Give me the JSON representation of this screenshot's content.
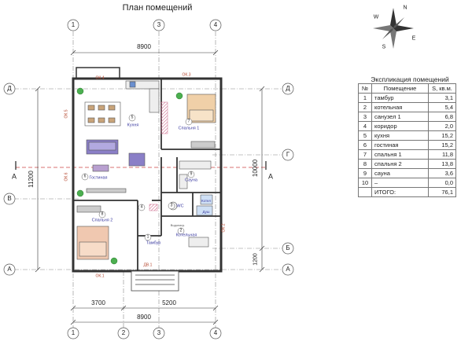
{
  "title": "План помещений",
  "axes": {
    "top": [
      "1",
      "3",
      "4"
    ],
    "bottom": [
      "1",
      "2",
      "3",
      "4"
    ],
    "left": [
      "Д",
      "В",
      "А"
    ],
    "right": [
      "Д",
      "Г",
      "Б",
      "А"
    ]
  },
  "dimensions": {
    "overall_width_top": "8900",
    "overall_width_bottom": "8900",
    "bottom_left": "3700",
    "bottom_right": "5200",
    "left_height": "11200",
    "right_height": "10000",
    "right_small": "1200"
  },
  "section_mark": "А",
  "compass": {
    "n": "N",
    "s": "S",
    "w": "W",
    "e": "E"
  },
  "rooms": [
    {
      "num": "1",
      "name": "Тамбур"
    },
    {
      "num": "2",
      "name": "Котельная"
    },
    {
      "num": "3",
      "name": "WC"
    },
    {
      "num": "4",
      "name": ""
    },
    {
      "num": "5",
      "name": "Кухня"
    },
    {
      "num": "6",
      "name": "Гостиная"
    },
    {
      "num": "7",
      "name": "Спальня 1"
    },
    {
      "num": "8",
      "name": "Спальня 2"
    },
    {
      "num": "9",
      "name": "Сауна"
    }
  ],
  "windows": [
    "ОК.4",
    "ОК.3",
    "ОК.5",
    "ОК.6",
    "ОК.1",
    "ДВ.1",
    "ОК.2"
  ],
  "small_labels": {
    "shower": "Душ",
    "boiler": "Котел",
    "heater": "Водонагр."
  },
  "explication": {
    "title": "Экспликация помещений",
    "headers": [
      "№",
      "Помещение",
      "S, кв.м."
    ],
    "rows": [
      [
        "1",
        "тамбур",
        "3,1"
      ],
      [
        "2",
        "котельная",
        "5,4"
      ],
      [
        "3",
        "санузел 1",
        "6,8"
      ],
      [
        "4",
        "коридор",
        "2,0"
      ],
      [
        "5",
        "кухня",
        "15,2"
      ],
      [
        "6",
        "гостиная",
        "15,2"
      ],
      [
        "7",
        "спальня 1",
        "11,8"
      ],
      [
        "8",
        "спальня 2",
        "13,8"
      ],
      [
        "9",
        "сауна",
        "3,6"
      ],
      [
        "10",
        "–",
        "0,0"
      ],
      [
        "",
        "ИТОГО:",
        "76,1"
      ]
    ]
  }
}
